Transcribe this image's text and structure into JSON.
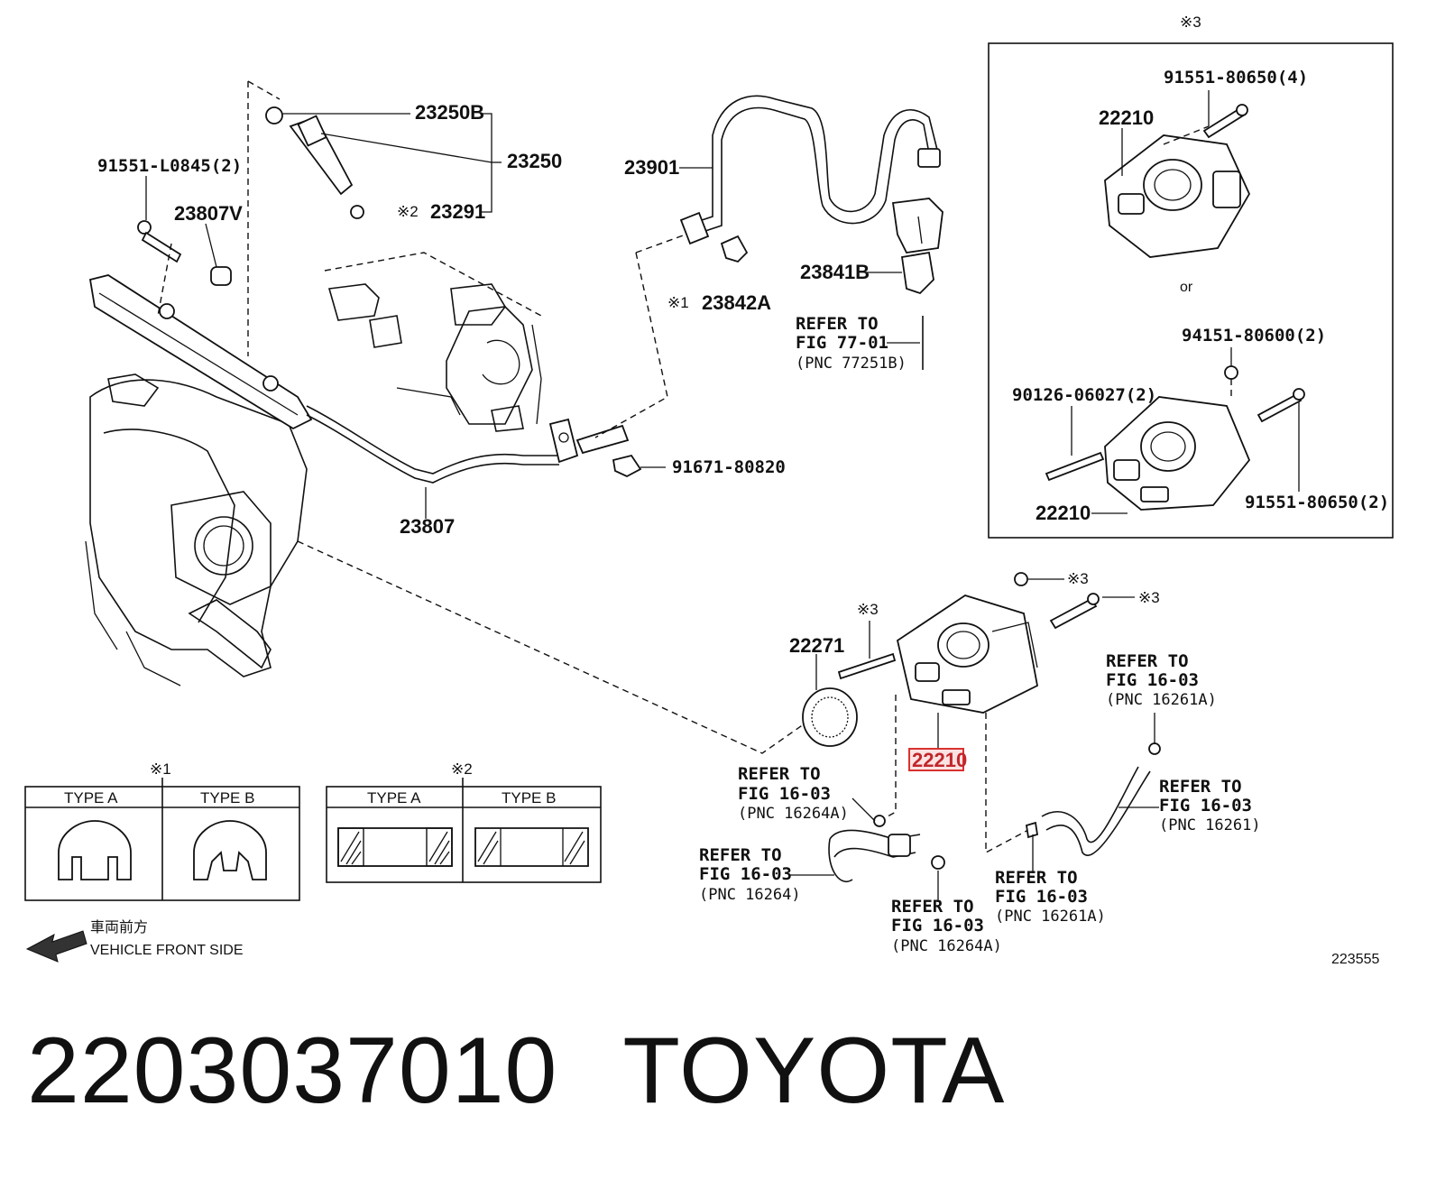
{
  "diagram": {
    "labels": {
      "p23250B": "23250B",
      "p23250": "23250",
      "p23291": "23291",
      "mark2_a": "※2",
      "p91551L0845": "91551-L0845(2)",
      "p23807V": "23807V",
      "p23901": "23901",
      "p23841B": "23841B",
      "mark1_a": "※1",
      "p23842A": "23842A",
      "refer1_a": "REFER TO",
      "refer1_b": "FIG 77-01",
      "refer1_c": "(PNC 77251B)",
      "p9167180820": "91671-80820",
      "p23807": "23807",
      "inset_mark": "※3",
      "inset_p91551_4": "91551-80650(4)",
      "inset_p22210_top": "22210",
      "inset_or": "or",
      "inset_p94151": "94151-80600(2)",
      "inset_p90126": "90126-06027(2)",
      "inset_p22210_bot": "22210",
      "inset_p91551_2": "91551-80650(2)",
      "mark3_nut": "※3",
      "mark3_bolt": "※3",
      "mark3_stud": "※3",
      "p22271": "22271",
      "p22210_main": "22210",
      "r16261A_a": "REFER TO",
      "r16261A_b": "FIG 16-03",
      "r16261A_c": "(PNC 16261A)",
      "r16264A_a": "REFER TO",
      "r16264A_b": "FIG 16-03",
      "r16264A_c": "(PNC 16264A)",
      "r16261_a": "REFER TO",
      "r16261_b": "FIG 16-03",
      "r16261_c": "(PNC 16261)",
      "r16264_a": "REFER TO",
      "r16264_b": "FIG 16-03",
      "r16264_c": "(PNC 16264)",
      "r16264A2_a": "REFER TO",
      "r16264A2_b": "FIG 16-03",
      "r16264A2_c": "(PNC 16264A)",
      "r16261A2_a": "REFER TO",
      "r16261A2_b": "FIG 16-03",
      "r16261A2_c": "(PNC 16261A)",
      "box1_mark": "※1",
      "box1_typeA": "TYPE A",
      "box1_typeB": "TYPE B",
      "box2_mark": "※2",
      "box2_typeA": "TYPE A",
      "box2_typeB": "TYPE B",
      "front_jp": "車両前方",
      "front_en": "VEHICLE FRONT SIDE",
      "diagram_id": "223555"
    },
    "highlight_color": "#d9322f"
  },
  "footer": {
    "part_number": "2203037010",
    "brand": "TOYOTA"
  }
}
